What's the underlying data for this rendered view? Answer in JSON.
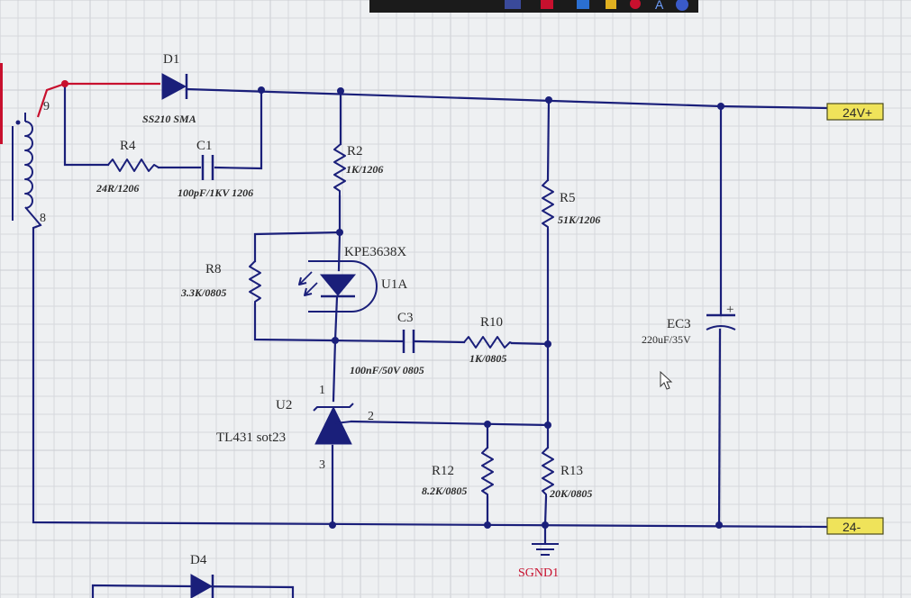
{
  "components": {
    "D1": {
      "ref": "D1",
      "value": "SS210 SMA"
    },
    "R4": {
      "ref": "R4",
      "value": "24R/1206"
    },
    "C1": {
      "ref": "C1",
      "value": "100pF/1KV 1206"
    },
    "R2": {
      "ref": "R2",
      "value": "1K/1206"
    },
    "R5": {
      "ref": "R5",
      "value": "51K/1206"
    },
    "U1A": {
      "ref": "U1A",
      "part": "KPE3638X"
    },
    "R8": {
      "ref": "R8",
      "value": "3.3K/0805"
    },
    "C3": {
      "ref": "C3",
      "value": "100nF/50V 0805"
    },
    "R10": {
      "ref": "R10",
      "value": "1K/0805"
    },
    "EC3": {
      "ref": "EC3",
      "value": "220uF/35V"
    },
    "U2": {
      "ref": "U2",
      "part": "TL431  sot23"
    },
    "R12": {
      "ref": "R12",
      "value": "8.2K/0805"
    },
    "R13": {
      "ref": "R13",
      "value": "20K/0805"
    },
    "D4": {
      "ref": "D4"
    }
  },
  "pins": {
    "transformer_top": "9",
    "transformer_bottom": "8",
    "u2_cathode": "1",
    "u2_ref": "2",
    "u2_anode": "3"
  },
  "ports": {
    "positive": "24V+",
    "negative": "24-"
  },
  "ground": {
    "label": "SGND1"
  },
  "capacitor_polarity": "+",
  "colors": {
    "wire": "#1a1f7a",
    "wire_primary": "#c8102e",
    "port_fill": "#efe35a",
    "ground_label": "#c8102e"
  }
}
